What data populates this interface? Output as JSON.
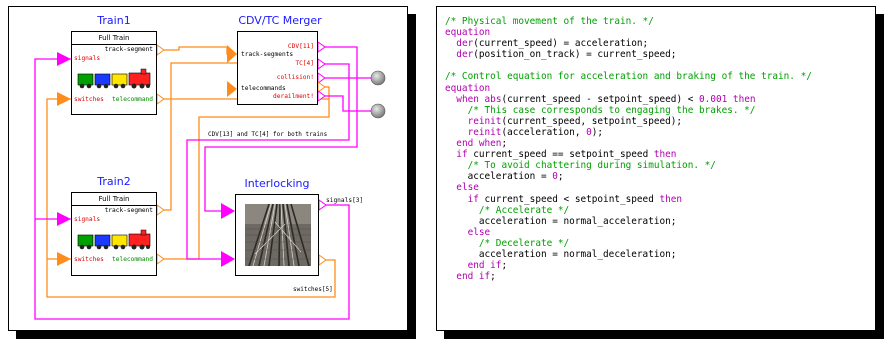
{
  "diagram": {
    "train1": {
      "title": "Train1",
      "box_title": "Full Train",
      "port_track_segment": "track-segment",
      "port_signals": "signals",
      "port_switches": "switches",
      "port_telecommand": "telecommand"
    },
    "train2": {
      "title": "Train2",
      "box_title": "Full Train",
      "port_track_segment": "track-segment",
      "port_signals": "signals",
      "port_switches": "switches",
      "port_telecommand": "telecommand"
    },
    "merger": {
      "title": "CDV/TC Merger",
      "port_cdv": "CDV[11]",
      "port_track_segments": "track-segments",
      "port_tc": "TC[4]",
      "port_collision": "collision!",
      "port_telecommands": "telecommands",
      "port_derailment": "derailment!"
    },
    "interlocking": {
      "title": "Interlocking",
      "port_signals": "signals[3]"
    },
    "note_both_trains": "CDV[13] and TC[4] for both trains",
    "note_switches": "switches[5]",
    "colors": {
      "orange": "#ff8c1a",
      "magenta": "#ff00ff",
      "title_blue": "#1a1aff"
    }
  },
  "code": {
    "lines": [
      [
        {
          "t": "/* Physical movement of the train. */",
          "c": "com"
        }
      ],
      [
        {
          "t": "equation",
          "c": "kw"
        }
      ],
      [
        {
          "t": "  "
        },
        {
          "t": "der",
          "c": "kw"
        },
        {
          "t": "(current_speed) = acceleration;"
        }
      ],
      [
        {
          "t": "  "
        },
        {
          "t": "der",
          "c": "kw"
        },
        {
          "t": "(position_on_track) = current_speed;"
        }
      ],
      [
        {
          "t": ""
        }
      ],
      [
        {
          "t": "/* Control equation for acceleration and braking of the train. */",
          "c": "com"
        }
      ],
      [
        {
          "t": "equation",
          "c": "kw"
        }
      ],
      [
        {
          "t": "  "
        },
        {
          "t": "when",
          "c": "kw"
        },
        {
          "t": " "
        },
        {
          "t": "abs",
          "c": "kw"
        },
        {
          "t": "(current_speed - setpoint_speed) < "
        },
        {
          "t": "0.001",
          "c": "num"
        },
        {
          "t": " "
        },
        {
          "t": "then",
          "c": "kw"
        }
      ],
      [
        {
          "t": "    "
        },
        {
          "t": "/* This case corresponds to engaging the brakes. */",
          "c": "com"
        }
      ],
      [
        {
          "t": "    "
        },
        {
          "t": "reinit",
          "c": "kw"
        },
        {
          "t": "(current_speed, setpoint_speed);"
        }
      ],
      [
        {
          "t": "    "
        },
        {
          "t": "reinit",
          "c": "kw"
        },
        {
          "t": "(acceleration, "
        },
        {
          "t": "0",
          "c": "num"
        },
        {
          "t": ");"
        }
      ],
      [
        {
          "t": "  "
        },
        {
          "t": "end when",
          "c": "kw"
        },
        {
          "t": ";"
        }
      ],
      [
        {
          "t": "  "
        },
        {
          "t": "if",
          "c": "kw"
        },
        {
          "t": " current_speed == setpoint_speed "
        },
        {
          "t": "then",
          "c": "kw"
        }
      ],
      [
        {
          "t": "    "
        },
        {
          "t": "/* To avoid chattering during simulation. */",
          "c": "com"
        }
      ],
      [
        {
          "t": "    acceleration = "
        },
        {
          "t": "0",
          "c": "num"
        },
        {
          "t": ";"
        }
      ],
      [
        {
          "t": "  "
        },
        {
          "t": "else",
          "c": "kw"
        }
      ],
      [
        {
          "t": "    "
        },
        {
          "t": "if",
          "c": "kw"
        },
        {
          "t": " current_speed < setpoint_speed "
        },
        {
          "t": "then",
          "c": "kw"
        }
      ],
      [
        {
          "t": "      "
        },
        {
          "t": "/* Accelerate */",
          "c": "com"
        }
      ],
      [
        {
          "t": "      acceleration = normal_acceleration;"
        }
      ],
      [
        {
          "t": "    "
        },
        {
          "t": "else",
          "c": "kw"
        }
      ],
      [
        {
          "t": "      "
        },
        {
          "t": "/* Decelerate */",
          "c": "com"
        }
      ],
      [
        {
          "t": "      acceleration = normal_deceleration;"
        }
      ],
      [
        {
          "t": "    "
        },
        {
          "t": "end if",
          "c": "kw"
        },
        {
          "t": ";"
        }
      ],
      [
        {
          "t": "  "
        },
        {
          "t": "end if",
          "c": "kw"
        },
        {
          "t": ";"
        }
      ]
    ]
  }
}
